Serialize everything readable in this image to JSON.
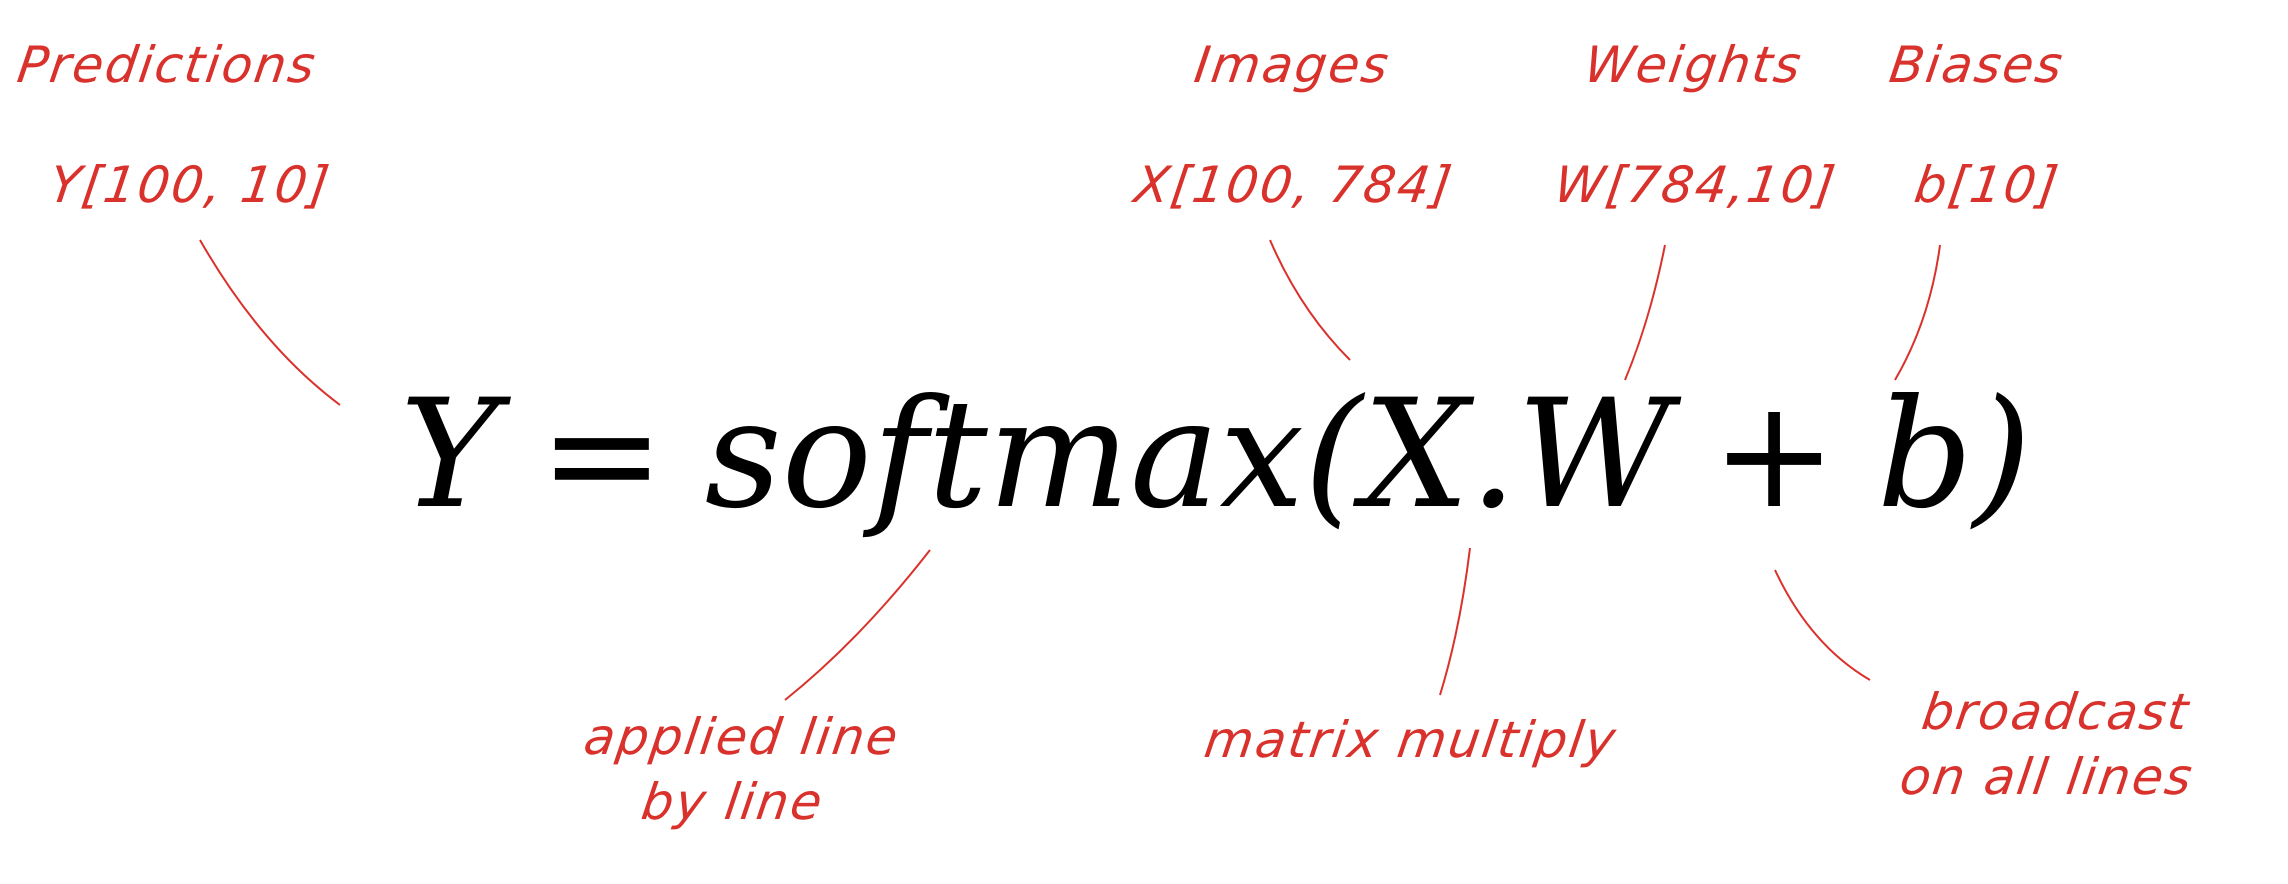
{
  "formula": {
    "lhs": "Y",
    "eq": "=",
    "fn": "softmax(X.W",
    "plus": "+",
    "tail": "b)"
  },
  "annotations": {
    "predictions": {
      "title": "Predictions",
      "dims": "Y[100, 10]"
    },
    "images": {
      "title": "Images",
      "dims": "X[100, 784]"
    },
    "weights": {
      "title": "Weights",
      "dims": "W[784,10]"
    },
    "biases": {
      "title": "Biases",
      "dims": "b[10]"
    },
    "applied": "applied line\nby line",
    "matmul": "matrix multiply",
    "broadcast": "broadcast\non all lines"
  },
  "colors": {
    "annotation": "#d9312b",
    "formula": "#000000"
  }
}
